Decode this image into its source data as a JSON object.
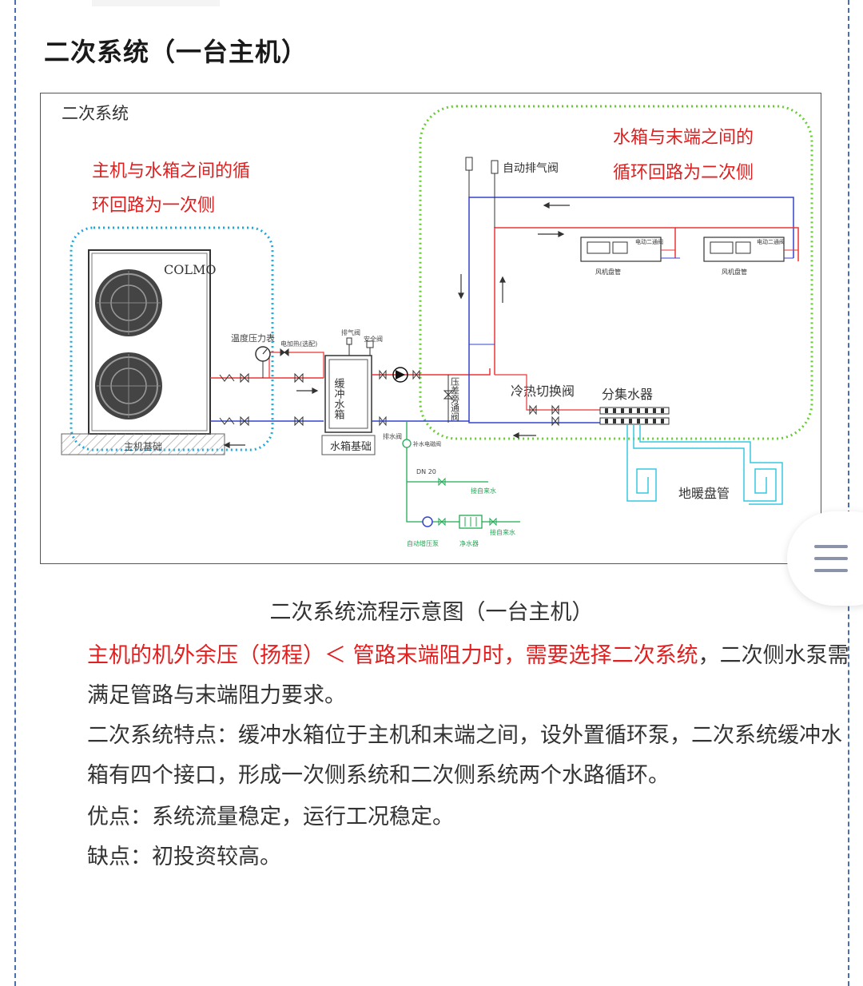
{
  "section_title": "二次系统（一台主机）",
  "diagram": {
    "title": "二次系统",
    "note_primary_line1": "主机与水箱之间的循",
    "note_primary_line2": "环回路为一次侧",
    "note_secondary_line1": "水箱与末端之间的",
    "note_secondary_line2": "循环回路为二次侧",
    "brand": "COLMO",
    "host_base": "主机基础",
    "temp_pressure_gauge": "温度压力表",
    "electric_heater": "电加热(选配)",
    "vent_valve": "排气阀",
    "safety_valve": "安全阀",
    "buffer_tank": "缓冲水箱",
    "tank_base": "水箱基础",
    "drain": "排水阀",
    "make_up_valve": "补水电磁阀",
    "dn": "DN 20",
    "to_tap_water_1": "接自来水",
    "to_tap_water_2": "接自来水",
    "pressure_pump": "自动增压泵",
    "purifier": "净水器",
    "auto_vent_valve": "自动排气阀",
    "electric_two_way_1": "电动二通阀",
    "electric_two_way_2": "电动二通阀",
    "fan_coil_1": "风机盘管",
    "fan_coil_2": "风机盘管",
    "bypass_valve": "压差旁通阀",
    "switch_valve": "冷热切换阀",
    "manifold": "分集水器",
    "floor_coil": "地暖盘管",
    "colors": {
      "supply": "#ee3333",
      "return": "#3344cc",
      "makeup": "#22aa55",
      "floor": "#33c8e0",
      "zone_primary": "#1aa8e0",
      "zone_secondary": "#66cc33"
    }
  },
  "caption": "二次系统流程示意图（一台主机）",
  "paragraph1_red": "主机的机外余压（扬程）＜ 管路末端阻力时，需要选择二次系统",
  "paragraph1_rest": "，二次侧水泵需满足管路与末端阻力要求。",
  "paragraph2": "二次系统特点：缓冲水箱位于主机和末端之间，设外置循环泵，二次系统缓冲水箱有四个接口，形成一次侧系统和二次侧系统两个水路循环。",
  "advantages": "优点：系统流量稳定，运行工况稳定。",
  "disadvantages": "缺点：初投资较高。",
  "menu_button": "menu-icon"
}
